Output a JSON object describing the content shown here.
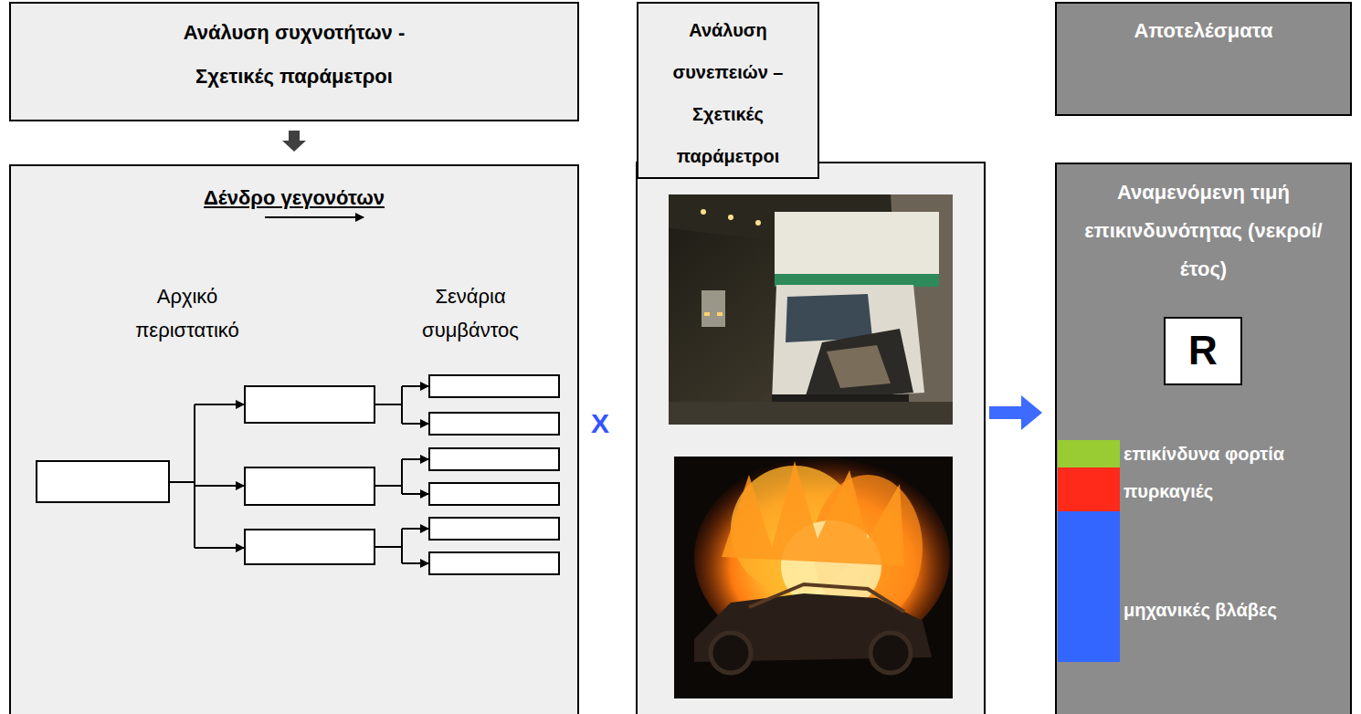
{
  "diagram": {
    "nodes": [
      {
        "text": [
          "Ανάλυση συχνοτήτων - Σχετικές παράμετροι"
        ]
      },
      {
        "text": [
          "Δένδρο γεγονότων"
        ]
      },
      {
        "text": [
          "Ανάλυση συνεπειών – Σχετικές παράμετροι"
        ]
      },
      {
        "text": [
          "Αποτελέσματα"
        ]
      },
      {
        "text": [
          "Αναμενόμενη τιμή επικινδυνότητας (νεκροί/έτος)"
        ]
      },
      {
        "text": [
          "R"
        ],
        "in": 4
      }
    ],
    "edges": [
      {
        "from": 0,
        "to": 1,
        "arrow": "to"
      }
    ],
    "labels": [
      "Αρχικό περιστατικό",
      "Σενάρια συμβάντος",
      "X"
    ],
    "legend": [
      {
        "text": "επικίνδυνα φορτία",
        "color": "#99cc33"
      },
      {
        "text": "πυρκαγιές",
        "color": "#ff2a1a"
      },
      {
        "text": "μηχανικές βλάβες",
        "color": "#3366ff"
      }
    ]
  }
}
